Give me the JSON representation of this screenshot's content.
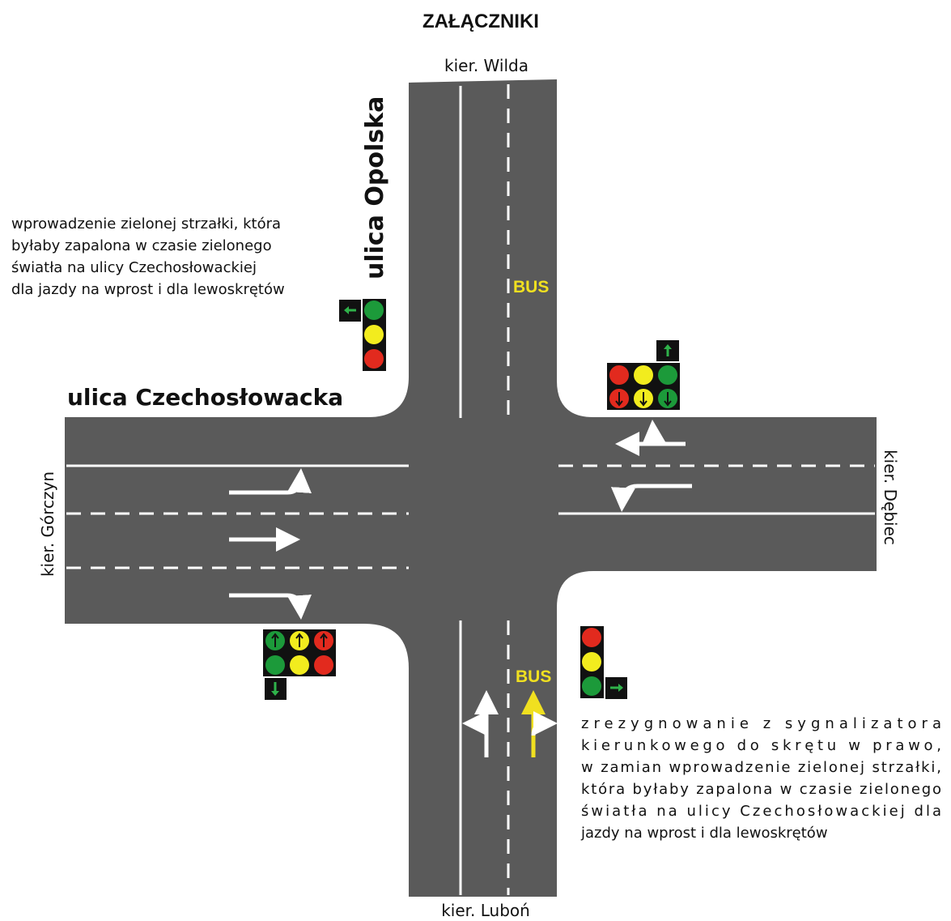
{
  "header": {
    "title": "ZAŁĄCZNIKI"
  },
  "streets": {
    "opolska": "ulica Opolska",
    "czechoslowacka": "ulica Czechosłowacka"
  },
  "directions": {
    "north": "kier. Wilda",
    "south": "kier. Luboń",
    "west": "kier. Górczyn",
    "east": "kier. Dębiec"
  },
  "bus_labels": {
    "north": "BUS",
    "south": "BUS"
  },
  "notes": {
    "top_left": [
      "wprowadzenie zielonej strzałki, która",
      "byłaby zapalona w czasie zielonego",
      "światła   na ulicy Czechosłowackiej",
      "dla jazdy na wprost i dla lewoskrętów"
    ],
    "bottom_right": [
      "zrezygnowanie z sygnalizatora",
      "kierunkowego do skrętu w prawo,",
      "w zamian wprowadzenie zielonej strzałki,",
      "która byłaby zapalona w czasie zielonego",
      "światła   na ulicy Czechosłowackiej dla",
      "jazdy na wprost i dla lewoskrętów"
    ]
  },
  "colors": {
    "road": "#5a5a5a",
    "marking": "#ffffff",
    "bus": "#f0e020",
    "signal_red": "#e22a1e",
    "signal_yellow": "#f2ec1e",
    "signal_green": "#1c9a3a",
    "signal_arrow_green": "#2fb24a",
    "housing": "#111111"
  },
  "signals": {
    "nw": {
      "type": "vertical-red-yellow-green",
      "extra": "left-arrow-green"
    },
    "ne": {
      "type": "three-heads-down-arrows",
      "extra": "up-arrow-green"
    },
    "sw": {
      "type": "three-heads-up-arrows",
      "extra": "down-arrow-green"
    },
    "se": {
      "type": "vertical-red-yellow-green",
      "extra": "right-arrow-green"
    }
  }
}
